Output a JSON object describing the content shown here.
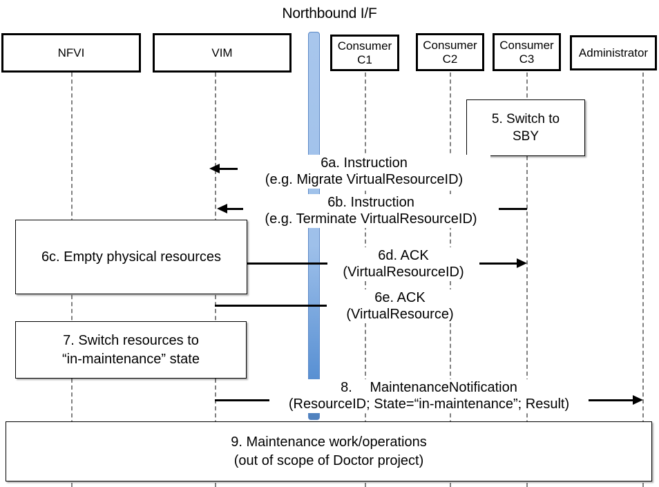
{
  "diagram": {
    "title": "Northbound I/F",
    "type": "sequence-diagram"
  },
  "actors": [
    {
      "id": "nfvi",
      "label": "NFVI"
    },
    {
      "id": "vim",
      "label": "VIM"
    },
    {
      "id": "c1",
      "label": "Consumer\nC1",
      "line1": "Consumer",
      "line2": "C1"
    },
    {
      "id": "c2",
      "label": "Consumer\nC2",
      "line1": "Consumer",
      "line2": "C2"
    },
    {
      "id": "c3",
      "label": "Consumer\nC3",
      "line1": "Consumer",
      "line2": "C3"
    },
    {
      "id": "admin",
      "label": "Administrator",
      "line1": "Administrator",
      "line2": ""
    }
  ],
  "notes": {
    "step5": {
      "line1": "5. Switch to",
      "line2": "SBY"
    },
    "step6c": {
      "line1": "6c. Empty physical resources",
      "line2": ""
    },
    "step7": {
      "line1": "7. Switch resources to",
      "line2": "“in-maintenance” state"
    },
    "step9": {
      "line1": "9. Maintenance work/operations",
      "line2": "(out of scope of Doctor project)"
    }
  },
  "messages": {
    "m6a": {
      "line1": "6a. Instruction",
      "line2": "(e.g. Migrate VirtualResourceID)",
      "from": "c2",
      "to": "vim",
      "direction": "left"
    },
    "m6b": {
      "line1": "6b. Instruction",
      "line2": "(e.g. Terminate VirtualResourceID)",
      "from": "c3",
      "to": "vim",
      "direction": "left"
    },
    "m6d": {
      "line1": "6d. ACK",
      "line2": "(VirtualResourceID)",
      "from": "nfvi",
      "to": "c3",
      "direction": "right"
    },
    "m6e": {
      "line1": "6e. ACK",
      "line2": "(VirtualResource)",
      "from": "vim",
      "to": "c2",
      "direction": "right"
    },
    "m8": {
      "line1": "8.  MaintenanceNotification",
      "line2": "(ResourceID; State=“in-maintenance”; Result)",
      "from": "vim",
      "to": "admin",
      "direction": "right"
    }
  },
  "colors": {
    "northbound_bar_light": "#9EC0EA",
    "northbound_bar_dark": "#4F81BD",
    "lifeline": "#808080",
    "stroke": "#000000",
    "background": "#FFFFFF"
  }
}
